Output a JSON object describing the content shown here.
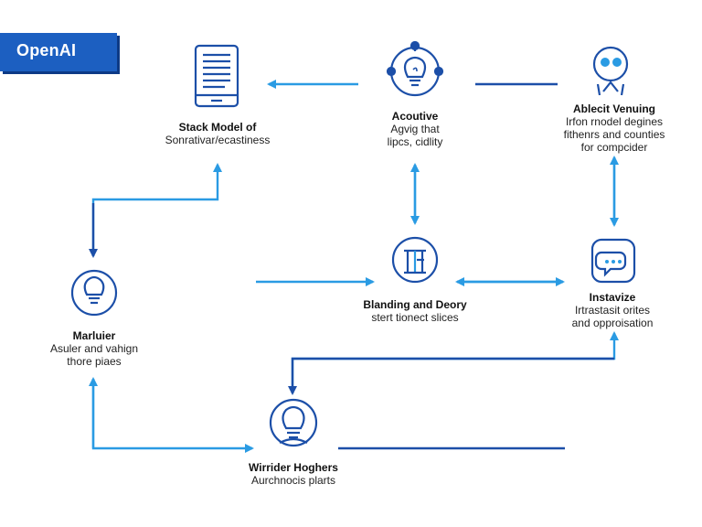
{
  "badge": {
    "text": "OpenAI"
  },
  "nodes": {
    "stack": {
      "title": "Stack Model of",
      "lines": [
        "Sonrativar/ecastiness"
      ],
      "icon": "tablet-icon"
    },
    "acoutive": {
      "title": "Acoutive",
      "lines": [
        "Agvig that",
        "lipcs, cidlity"
      ],
      "icon": "lightbulb-gear-icon"
    },
    "ablecit": {
      "title": "Ablecit Venuing",
      "lines": [
        "Irfon rnodel degines",
        "fithenrs and counties",
        "for compcider"
      ],
      "icon": "people-icon"
    },
    "marluier": {
      "title": "Marluier",
      "lines": [
        "Asuler and vahign",
        "thore piaes"
      ],
      "icon": "lightbulb-icon"
    },
    "blanding": {
      "title": "Blanding and Deory",
      "lines": [
        "stert tionect slices"
      ],
      "icon": "pillar-icon"
    },
    "instavize": {
      "title": "Instavize",
      "lines": [
        "Irtrastasit orites",
        "and opproisation"
      ],
      "icon": "chat-icon"
    },
    "wirrider": {
      "title": "Wirrider Hoghers",
      "lines": [
        "Aurchnocis plarts"
      ],
      "icon": "head-bulb-icon"
    }
  },
  "colors": {
    "dark": "#1c4fa8",
    "light": "#2a9be3",
    "badge": "#1c5fc1"
  }
}
